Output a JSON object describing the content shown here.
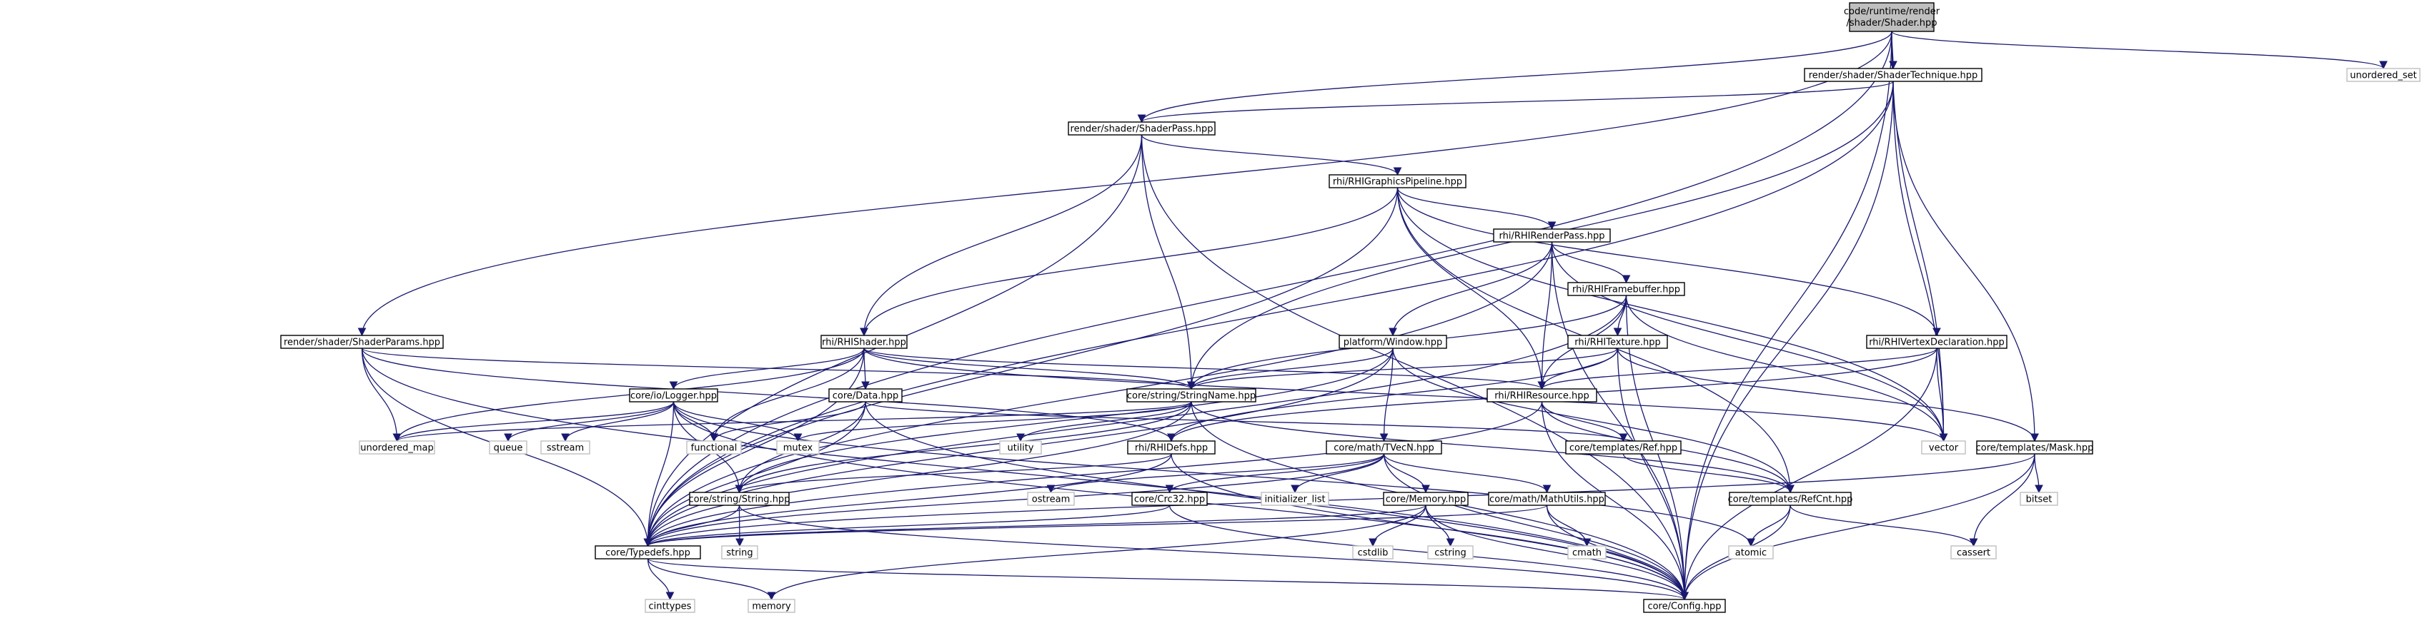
{
  "title_lines": [
    "code/runtime/render",
    "/shader/Shader.hpp"
  ],
  "colors": {
    "edge": "#191970",
    "root_fill": "#bfbfbf",
    "node_fill": "#ffffff",
    "node_border": "#000000",
    "system_border": "#bfbfbf"
  },
  "nodes": {
    "root": "code/runtime/render/shader/Shader.hpp",
    "shader_technique": "render/shader/ShaderTechnique.hpp",
    "unordered_set": "unordered_set",
    "shader_pass": "render/shader/ShaderPass.hpp",
    "rhi_graphics_pipeline": "rhi/RHIGraphicsPipeline.hpp",
    "rhi_render_pass": "rhi/RHIRenderPass.hpp",
    "rhi_framebuffer": "rhi/RHIFramebuffer.hpp",
    "shader_params": "render/shader/ShaderParams.hpp",
    "rhi_shader": "rhi/RHIShader.hpp",
    "platform_window": "platform/Window.hpp",
    "rhi_texture": "rhi/RHITexture.hpp",
    "rhi_vertex_declaration": "rhi/RHIVertexDeclaration.hpp",
    "logger": "core/io/Logger.hpp",
    "data": "core/Data.hpp",
    "string_name": "core/string/StringName.hpp",
    "rhi_resource": "rhi/RHIResource.hpp",
    "unordered_map": "unordered_map",
    "queue": "queue",
    "sstream": "sstream",
    "functional": "functional",
    "mutex": "mutex",
    "utility": "utility",
    "rhi_defs": "rhi/RHIDefs.hpp",
    "ref": "core/templates/Ref.hpp",
    "vector": "vector",
    "mask": "core/templates/Mask.hpp",
    "tvecn": "core/math/TVecN.hpp",
    "initializer_list": "initializer_list",
    "bitset": "bitset",
    "ostream": "ostream",
    "crc32": "core/Crc32.hpp",
    "memory_hpp": "core/Memory.hpp",
    "math_utils": "core/math/MathUtils.hpp",
    "refcnt": "core/templates/RefCnt.hpp",
    "string_hpp": "core/string/String.hpp",
    "typedefs": "core/Typedefs.hpp",
    "string": "string",
    "cstdlib": "cstdlib",
    "cstring": "cstring",
    "cmath": "cmath",
    "atomic": "atomic",
    "cassert": "cassert",
    "cinttypes": "cinttypes",
    "memory": "memory",
    "config": "core/Config.hpp"
  }
}
